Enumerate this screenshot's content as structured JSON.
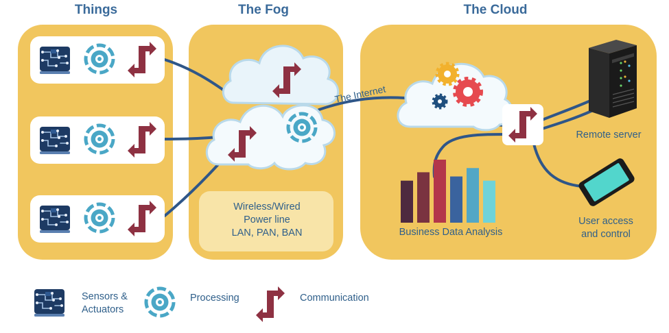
{
  "sections": {
    "things": "Things",
    "fog": "The Fog",
    "cloud": "The Cloud"
  },
  "fog_network": {
    "line1": "Wireless/Wired",
    "line2": "Power line",
    "line3": "LAN, PAN, BAN"
  },
  "internet_label": "The Internet",
  "cloud_labels": {
    "remote_server": "Remote server",
    "business": "Business Data Analysis",
    "user_line1": "User access",
    "user_line2": "and control"
  },
  "legend": {
    "sensors_line1": "Sensors &",
    "sensors_line2": "Actuators",
    "processing": "Processing",
    "communication": "Communication"
  },
  "bar_chart": {
    "values": [
      5,
      6,
      7.5,
      5.5,
      6.5,
      5
    ],
    "colors": [
      "#4e2a3f",
      "#7a3340",
      "#b3364a",
      "#3a639e",
      "#52a7c6",
      "#6fd3d9"
    ]
  },
  "colors": {
    "panel": "#f1c65e",
    "line": "#2f5688",
    "title": "#3a6a9a",
    "comm": "#8e3142",
    "chip": "#1d3a63",
    "proc": "#4aa7c6"
  }
}
